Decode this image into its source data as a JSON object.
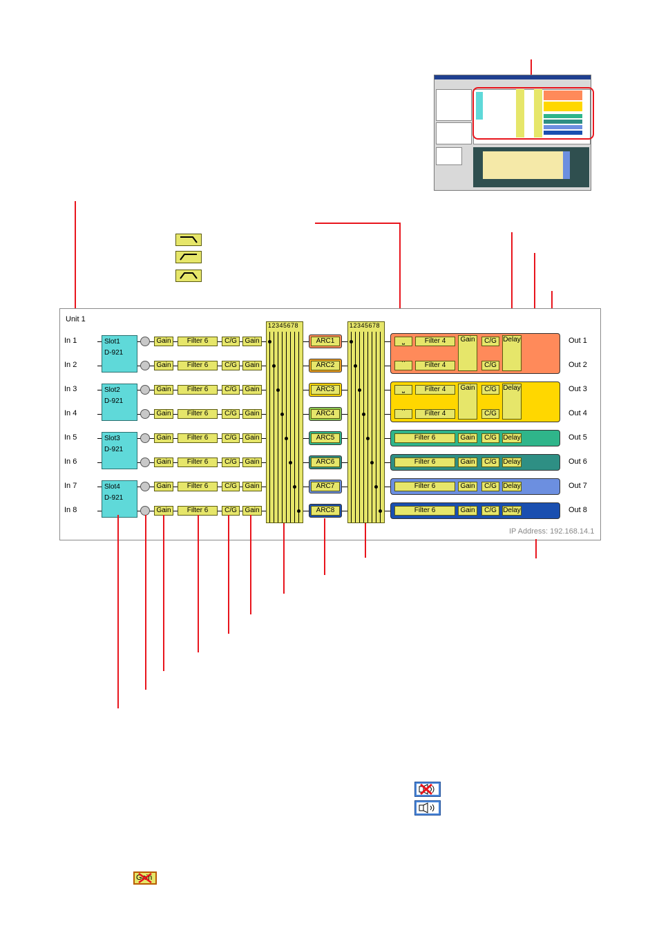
{
  "diagram": {
    "unit_label": "Unit 1",
    "inputs": [
      "In 1",
      "In 2",
      "In 3",
      "In 4",
      "In 5",
      "In 6",
      "In 7",
      "In 8"
    ],
    "outputs": [
      "Out 1",
      "Out 2",
      "Out 3",
      "Out 4",
      "Out 5",
      "Out 6",
      "Out 7",
      "Out 8"
    ],
    "slots": [
      {
        "name": "Slot1",
        "model": "D-921"
      },
      {
        "name": "Slot2",
        "model": "D-921"
      },
      {
        "name": "Slot3",
        "model": "D-921"
      },
      {
        "name": "Slot4",
        "model": "D-921"
      }
    ],
    "input_chain": {
      "gain": "Gain",
      "filter": "Filter 6",
      "cg": "C/G",
      "gain2": "Gain"
    },
    "matrix_header": "12345678",
    "arcs": [
      "ARC1",
      "ARC2",
      "ARC3",
      "ARC4",
      "ARC5",
      "ARC6",
      "ARC7",
      "ARC8"
    ],
    "out_filter4": "Filter 4",
    "out_filter6": "Filter 6",
    "out_gain": "Gain",
    "out_cg": "C/G",
    "out_delay": "Delay",
    "ip_address": "IP Address: 192.168.14.1"
  },
  "colors": {
    "accent_line": "#e8141c",
    "block": "#e6e66a",
    "slot": "#5fd9d9",
    "grp_orange": "#ff8a5a",
    "grp_yellow": "#ffd700",
    "grp_green1": "#2fb58a",
    "grp_green2": "#2e8f84",
    "grp_blue1": "#6c8fe0",
    "grp_blue2": "#1a4fb0"
  },
  "icons": [
    "high-pass-filter-icon",
    "low-pass-filter-icon",
    "band-pass-filter-icon",
    "speaker-muted-icon",
    "speaker-icon",
    "gain-muted-icon"
  ]
}
